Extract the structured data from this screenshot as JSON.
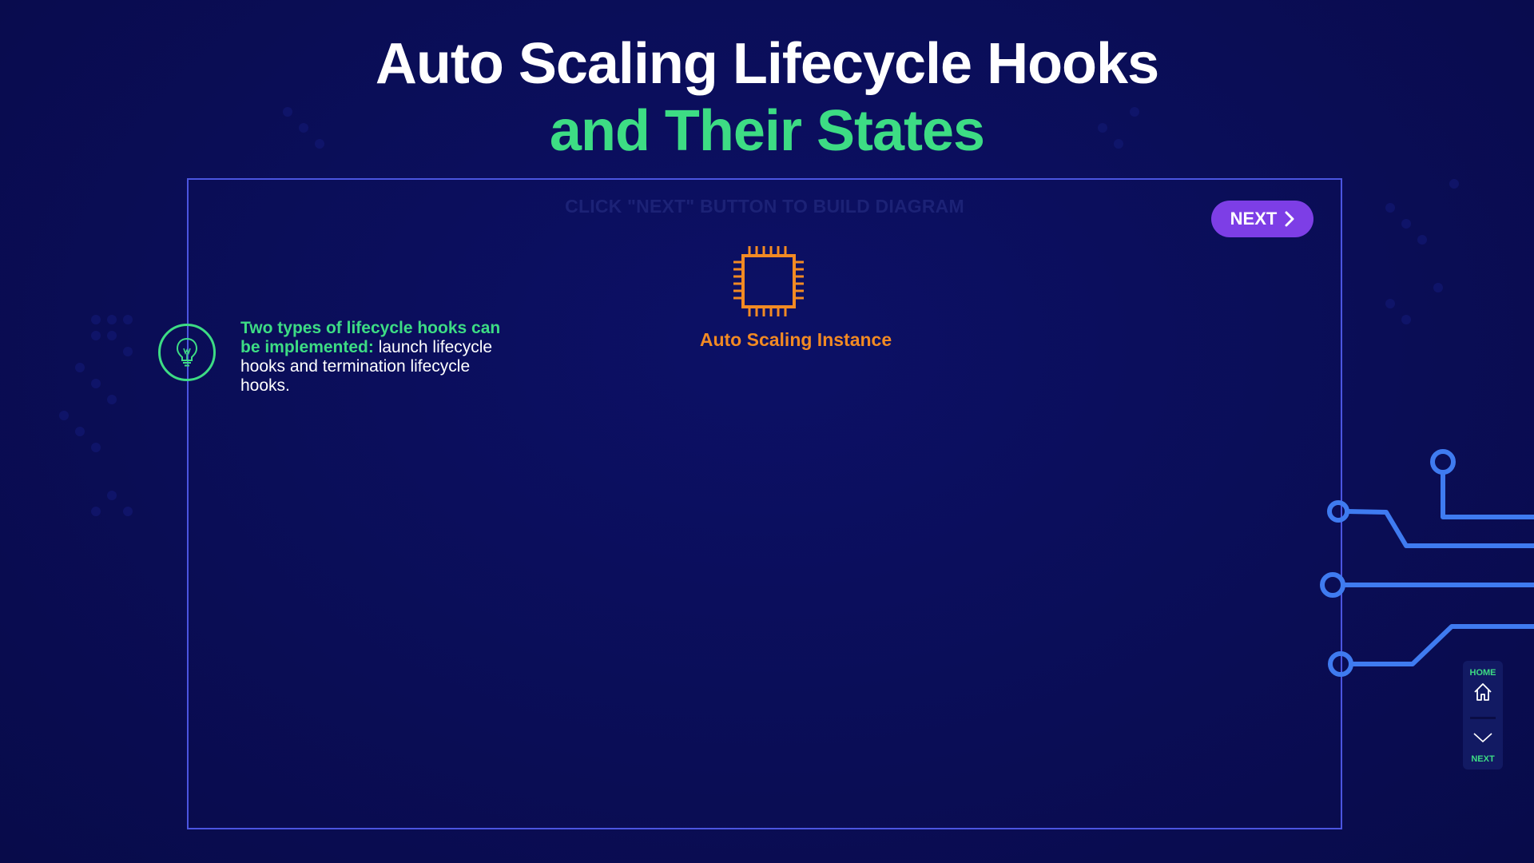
{
  "title": {
    "line1": "Auto Scaling Lifecycle Hooks",
    "line2": "and Their States"
  },
  "diagram": {
    "hint": "CLICK \"NEXT\" BUTTON TO BUILD DIAGRAM",
    "next_button": "NEXT",
    "instance_label": "Auto Scaling Instance"
  },
  "tip": {
    "icon": "lightbulb-icon",
    "highlight": "Two types of lifecycle hooks can be implemented:",
    "body": " launch lifecycle hooks and termination lifecycle hooks."
  },
  "side_nav": {
    "home_label": "HOME",
    "next_label": "NEXT",
    "home_icon": "home-icon",
    "next_icon": "chevron-down-icon"
  },
  "colors": {
    "background": "#0b0f5a",
    "accent_green": "#3ddc84",
    "accent_purple": "#7d3ee6",
    "accent_orange": "#f28a23",
    "frame_border": "#4b55e0",
    "circuit": "#3f7bf0"
  }
}
